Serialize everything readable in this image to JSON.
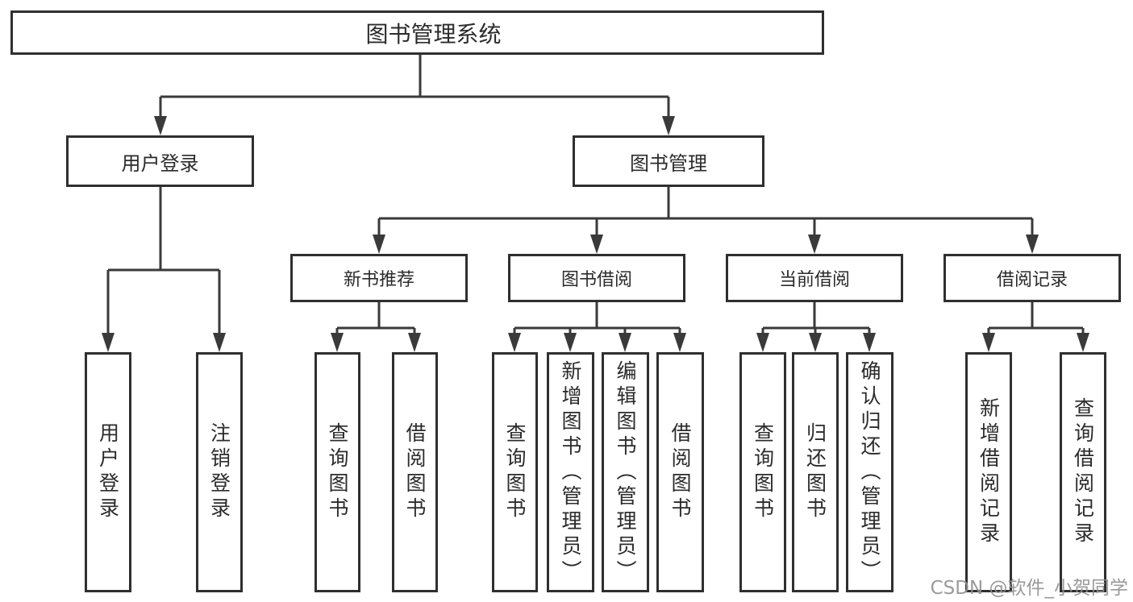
{
  "diagram_title": "图书管理系统",
  "watermark": "CSDN @软件_小贺同学",
  "tree": {
    "label": "图书管理系统",
    "children": [
      {
        "label": "用户登录",
        "children": [
          {
            "label": "用户登录"
          },
          {
            "label": "注销登录"
          }
        ]
      },
      {
        "label": "图书管理",
        "children": [
          {
            "label": "新书推荐",
            "children": [
              {
                "label": "查询图书"
              },
              {
                "label": "借阅图书"
              }
            ]
          },
          {
            "label": "图书借阅",
            "children": [
              {
                "label": "查询图书"
              },
              {
                "label": "新增图书（管理员）"
              },
              {
                "label": "编辑图书（管理员）"
              },
              {
                "label": "借阅图书"
              }
            ]
          },
          {
            "label": "当前借阅",
            "children": [
              {
                "label": "查询图书"
              },
              {
                "label": "归还图书"
              },
              {
                "label": "确认归还（管理员）"
              }
            ]
          },
          {
            "label": "借阅记录",
            "children": [
              {
                "label": "新增借阅记录"
              },
              {
                "label": "查询借阅记录"
              }
            ]
          }
        ]
      }
    ]
  },
  "colors": {
    "line": "#3a3a3a",
    "box_border": "#2f2f2f",
    "text": "#2b2b2b",
    "watermark": "#919191",
    "background": "#ffffff"
  }
}
